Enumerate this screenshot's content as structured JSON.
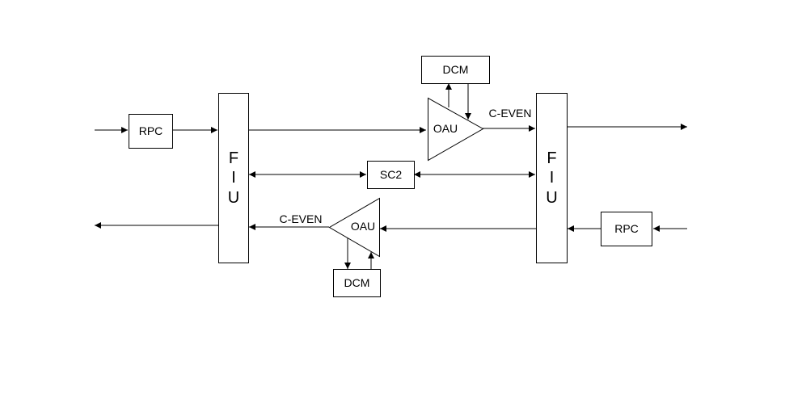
{
  "diagram": {
    "left_rpc": "RPC",
    "right_rpc": "RPC",
    "left_fiu": [
      "F",
      "I",
      "U"
    ],
    "right_fiu": [
      "F",
      "I",
      "U"
    ],
    "sc2": "SC2",
    "top_oau": "OAU",
    "bottom_oau": "OAU",
    "top_dcm": "DCM",
    "bottom_dcm": "DCM",
    "top_channel": "C-EVEN",
    "bottom_channel": "C-EVEN"
  }
}
